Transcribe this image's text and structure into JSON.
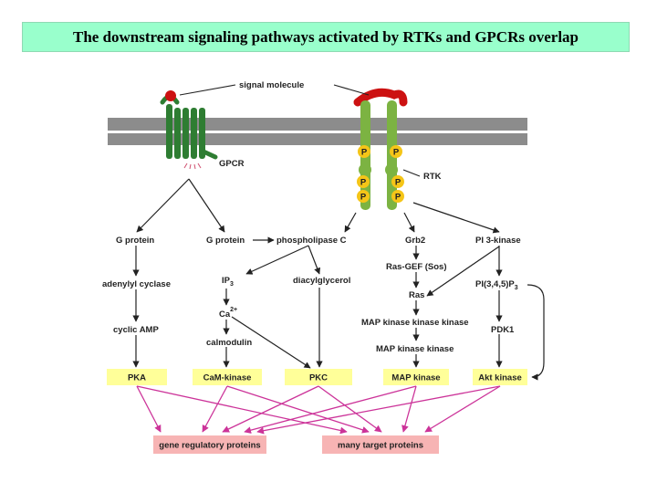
{
  "title": "The downstream signaling pathways activated by RTKs and GPCRs overlap",
  "receptors": {
    "signal_molecule": "signal molecule",
    "gpcr": "GPCR",
    "rtk": "RTK",
    "phospho": "P"
  },
  "nodes": {
    "g_protein_left": "G protein",
    "g_protein_right": "G protein",
    "phospholipase_c": "phospholipase C",
    "grb2": "Grb2",
    "pi3_kinase": "PI 3-kinase",
    "ras_gef": "Ras-GEF (Sos)",
    "adenylyl_cyclase": "adenylyl cyclase",
    "ip3": "IP",
    "ip3_sub": "3",
    "diacylglycerol": "diacylglycerol",
    "pip3": "PI(3,4,5)P",
    "pip3_sub": "3",
    "ras": "Ras",
    "ca": "Ca",
    "ca_sup": "2+",
    "mapkkk": "MAP kinase kinase kinase",
    "cyclic_amp": "cyclic AMP",
    "pdk1": "PDK1",
    "calmodulin": "calmodulin",
    "mapkk": "MAP kinase kinase"
  },
  "kinases": {
    "pka": "PKA",
    "camk": "CaM-kinase",
    "pkc": "PKC",
    "mapk": "MAP kinase",
    "akt": "Akt kinase"
  },
  "targets": {
    "gene_regulatory": "gene regulatory proteins",
    "many_targets": "many target proteins"
  },
  "colors": {
    "title_bg": "#99ffcc",
    "membrane": "#8c8c8c",
    "receptor_green": "#2e7d32",
    "rtk_green": "#7cb342",
    "phospho_yellow": "#f5c518",
    "kinase_box": "#ffff99",
    "target_box": "#f7b4b4",
    "target_arrow": "#cc3399"
  }
}
